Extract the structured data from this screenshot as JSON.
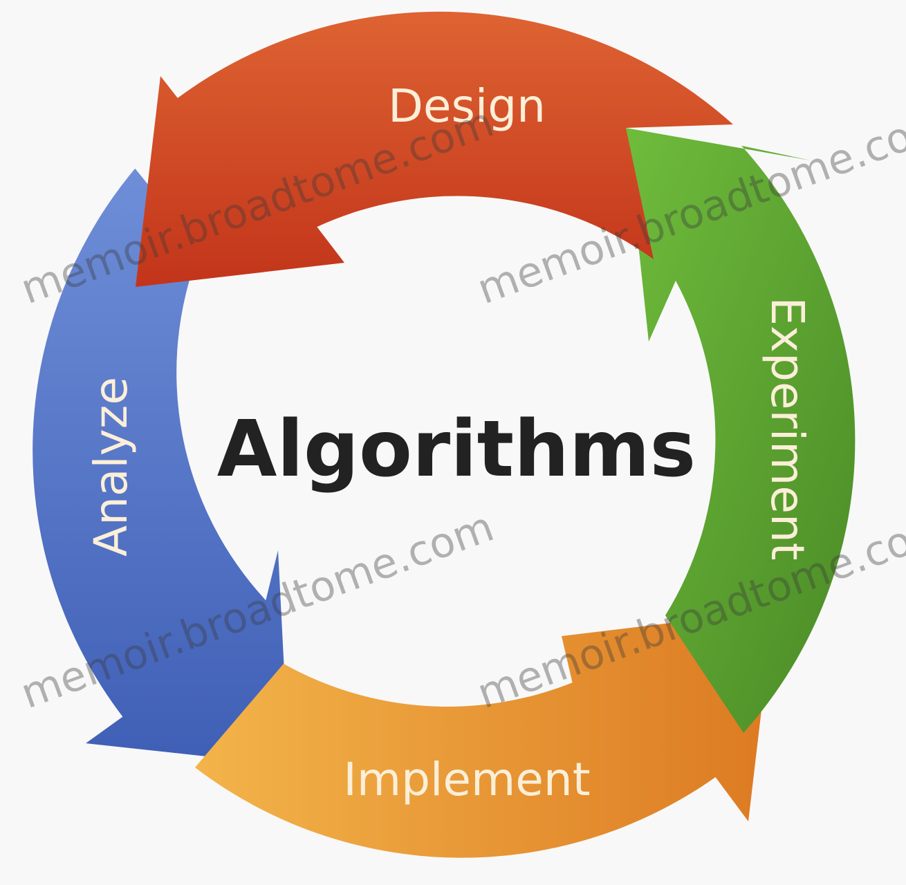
{
  "diagram": {
    "center_label": "Algorithms",
    "stages": [
      {
        "id": "design",
        "label": "Design",
        "color": "#d04a24"
      },
      {
        "id": "experiment",
        "label": "Experiment",
        "color": "#6aa83a"
      },
      {
        "id": "implement",
        "label": "Implement",
        "color": "#e8962e"
      },
      {
        "id": "analyze",
        "label": "Analyze",
        "color": "#4a6cc0"
      }
    ]
  },
  "watermark": {
    "text": "memoir.broadtome.com"
  }
}
